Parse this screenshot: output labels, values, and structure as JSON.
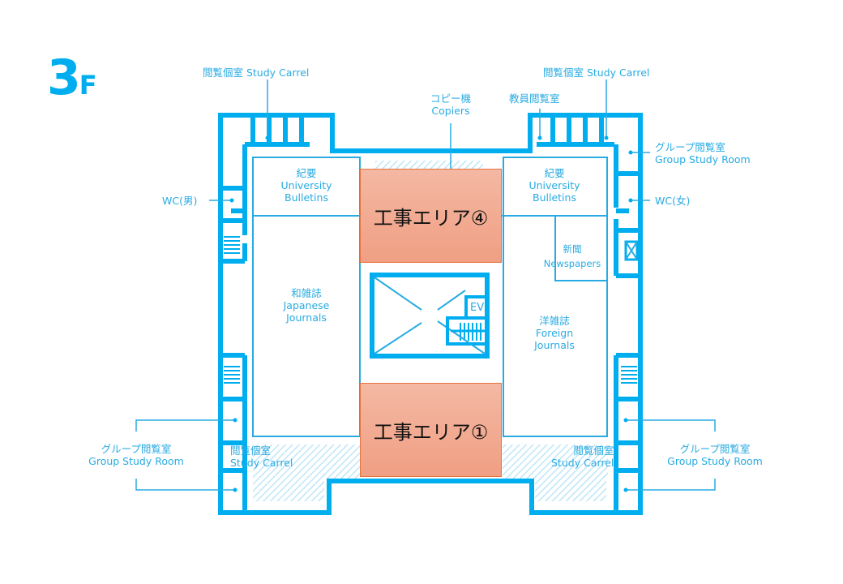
{
  "floor": {
    "number": "3",
    "unit": "F"
  },
  "colors": {
    "wall": "#00aeef",
    "line": "#29abe2",
    "work_fill": "#f2ac93",
    "work_border": "#e8733f",
    "hatch": "#bfe6f7"
  },
  "labels": {
    "carrel_top_left": "閲覧個室 Study Carrel",
    "carrel_top_right": "閲覧個室 Study Carrel",
    "copier_jp": "コピー機",
    "copier_en": "Copiers",
    "faculty_reading": "教員閲覧室",
    "group_top_right_jp": "グループ閲覧室",
    "group_top_right_en": "Group Study Room",
    "wc_men": "WC(男)",
    "wc_women": "WC(女)",
    "bulletins_left_jp": "紀要",
    "bulletins_left_en1": "University",
    "bulletins_left_en2": "Bulletins",
    "bulletins_right_jp": "紀要",
    "bulletins_right_en1": "University",
    "bulletins_right_en2": "Bulletins",
    "newspapers_jp": "新聞",
    "newspapers_en": "Newspapers",
    "japanese_jp": "和雑誌",
    "japanese_en1": "Japanese",
    "japanese_en2": "Journals",
    "foreign_jp": "洋雑誌",
    "foreign_en1": "Foreign",
    "foreign_en2": "Journals",
    "ev": "EV",
    "group_bottom_left_jp": "グループ閲覧室",
    "group_bottom_left_en": "Group Study Room",
    "group_bottom_right_jp": "グループ閲覧室",
    "group_bottom_right_en": "Group Study Room",
    "carrel_bottom_left_jp": "閲覧個室",
    "carrel_bottom_left_en": "Study Carrel",
    "carrel_bottom_right_jp": "閲覧個室",
    "carrel_bottom_right_en": "Study Carrel"
  },
  "work_areas": [
    {
      "label": "工事エリア④"
    },
    {
      "label": "工事エリア①"
    }
  ]
}
